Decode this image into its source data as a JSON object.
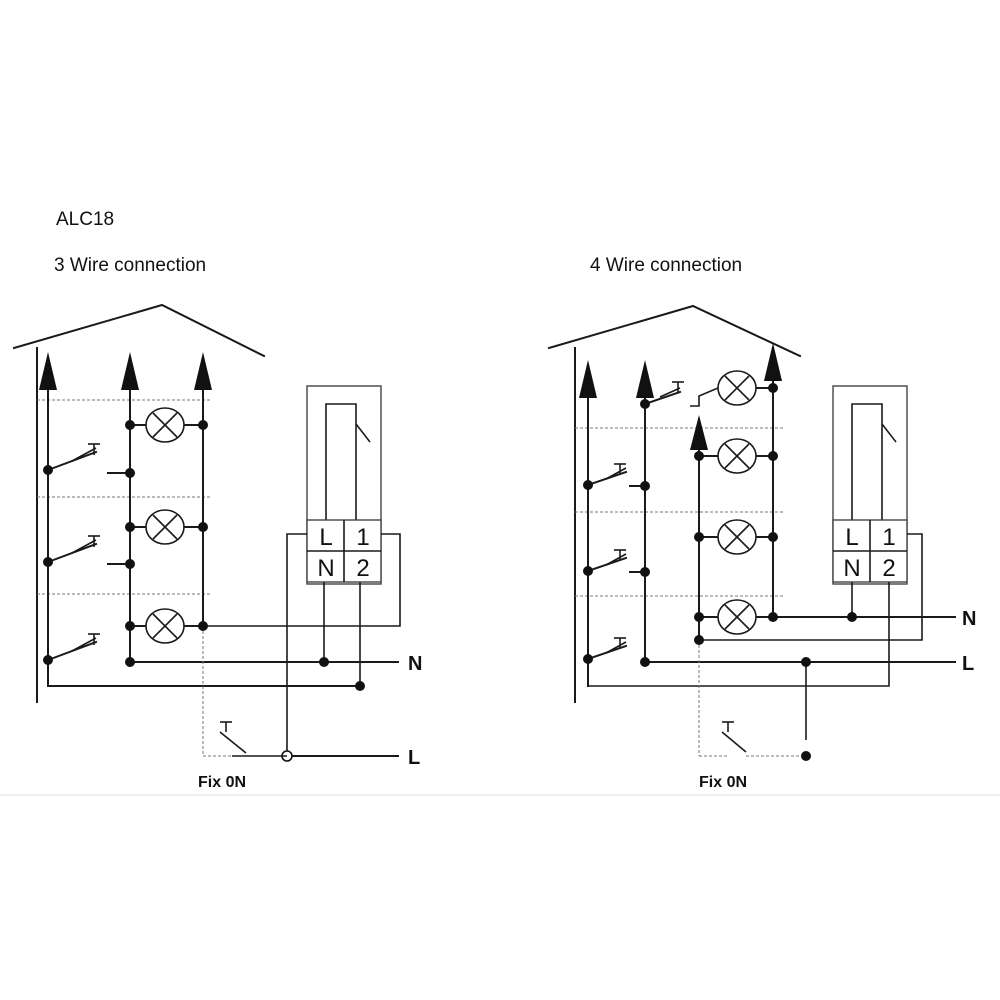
{
  "title": "ALC18",
  "left": {
    "heading": "3 Wire connection",
    "terminals": {
      "l": "L",
      "one": "1",
      "n": "N",
      "two": "2"
    },
    "bus_n": "N",
    "bus_l": "L",
    "fix": "Fix 0N"
  },
  "right": {
    "heading": "4 Wire connection",
    "terminals": {
      "l": "L",
      "one": "1",
      "n": "N",
      "two": "2"
    },
    "bus_n": "N",
    "bus_l": "L",
    "fix": "Fix 0N"
  }
}
